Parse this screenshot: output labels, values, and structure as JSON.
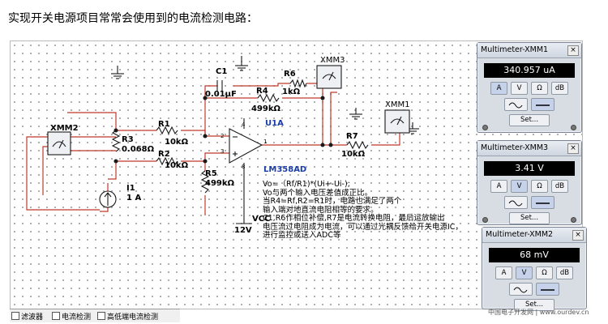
{
  "heading": "实现开关电源项目常常会使用到的电流检测电路：",
  "schematic": {
    "components": {
      "c1": {
        "name": "C1",
        "value": "0.01μF"
      },
      "r6": {
        "name": "R6",
        "value": "1kΩ"
      },
      "r4": {
        "name": "R4",
        "value": "499kΩ"
      },
      "r1": {
        "name": "R1",
        "value": "10kΩ"
      },
      "r2": {
        "name": "R2",
        "value": "10kΩ"
      },
      "r3": {
        "name": "R3",
        "value": "0.068Ω"
      },
      "r5": {
        "name": "R5",
        "value": "499kΩ"
      },
      "r7": {
        "name": "R7",
        "value": "10kΩ"
      },
      "i1": {
        "name": "I1",
        "value": "1 A"
      },
      "u1a": {
        "name": "U1A",
        "part": "LM358AD"
      },
      "xmm1": "XMM1",
      "xmm2": "XMM2",
      "xmm3": "XMM3",
      "vcc": "VCC",
      "supply": "12V",
      "pins": {
        "p4": "4",
        "p2": "2",
        "p3": "3",
        "p1": "1",
        "p8": "8"
      }
    },
    "note_lines": [
      "Vo=（Rf/R1)*(Ui+-Ui-);",
      "Vo与两个输入电压差值成正比。",
      "当R4=Rf,R2=R1时，电路也满足了两个",
      "输入端对地直流电阻相等的要求。",
      "C1,R6作相位补偿,R7是电流转换电阻，最后运放输出",
      "电压流过电阻成为电流，可以通过光耦反馈给开关电源IC，",
      "进行监控或送入ADC等"
    ]
  },
  "tabs": [
    "滤波器",
    "电流检测",
    "高低端电流检测"
  ],
  "multimeters": [
    {
      "title": "Multimeter-XMM1",
      "reading": "340.957 uA",
      "unit_buttons": [
        "A",
        "V",
        "Ω",
        "dB"
      ],
      "selected": "A",
      "set_label": "Set..."
    },
    {
      "title": "Multimeter-XMM3",
      "reading": "3.41 V",
      "unit_buttons": [
        "A",
        "V",
        "Ω",
        "dB"
      ],
      "selected": "V",
      "set_label": "Set..."
    },
    {
      "title": "Multimeter-XMM2",
      "reading": "68 mV",
      "unit_buttons": [
        "A",
        "V",
        "Ω",
        "dB"
      ],
      "selected": "V",
      "set_label": "Set..."
    }
  ],
  "close_glyph": "×",
  "watermark": "中国电子开发网 | www.ourdev.cn",
  "colors": {
    "wire_red": "#c0392b",
    "wire_dark": "#1a1a1a",
    "label_blue": "#1a3da6",
    "display_bg": "#000000"
  }
}
